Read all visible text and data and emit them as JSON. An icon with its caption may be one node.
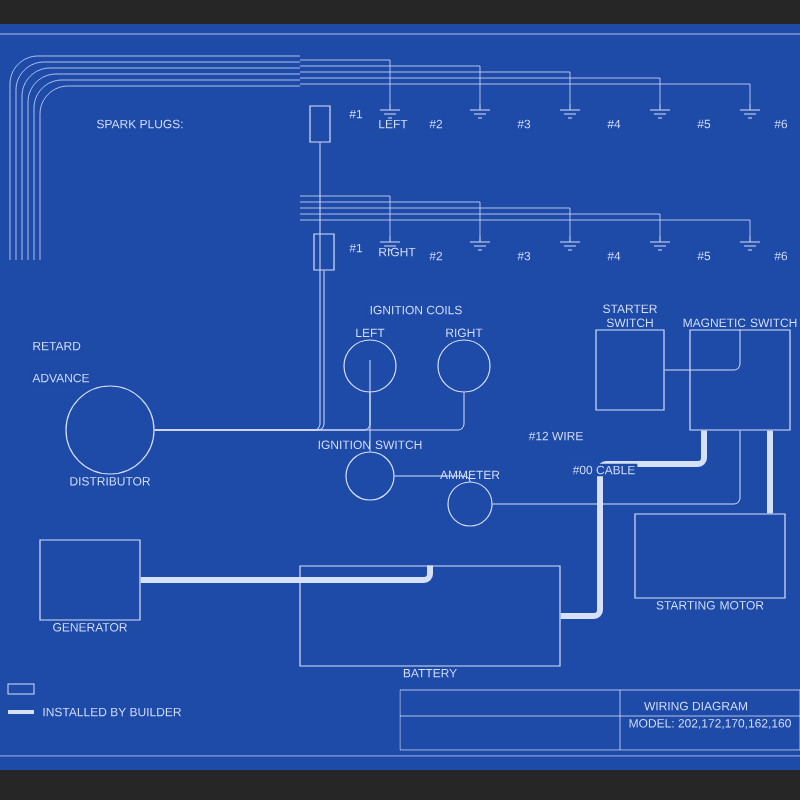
{
  "diagram": {
    "nodes": [
      {
        "text": [
          "DISTRIBUTOR"
        ]
      },
      {
        "text": [
          "LEFT"
        ]
      },
      {
        "text": [
          "RIGHT"
        ]
      },
      {
        "text": [
          "IGNITION SWITCH"
        ]
      },
      {
        "text": [
          "AMMETER"
        ]
      },
      {
        "text": [
          "BATTERY"
        ]
      },
      {
        "text": [
          "STARTER SWITCH"
        ]
      },
      {
        "text": [
          "MAGNETIC SWITCH"
        ]
      },
      {
        "text": [
          "STARTING MOTOR"
        ]
      },
      {
        "text": [
          "GENERATOR"
        ]
      },
      {
        "text": [
          "LEFT"
        ]
      },
      {
        "text": [
          "RIGHT"
        ]
      }
    ],
    "edges": [
      {
        "from": 0,
        "to": 10,
        "arrow": "none"
      },
      {
        "from": 0,
        "to": 11,
        "arrow": "none"
      },
      {
        "from": 0,
        "to": 1,
        "arrow": "none"
      },
      {
        "from": 0,
        "to": 2,
        "arrow": "none"
      },
      {
        "from": 1,
        "to": 3,
        "arrow": "none"
      },
      {
        "from": 3,
        "to": 4,
        "arrow": "none"
      },
      {
        "from": 4,
        "to": 7,
        "arrow": "none"
      },
      {
        "from": 5,
        "to": 7,
        "arrow": "none",
        "style": "thick"
      },
      {
        "from": 7,
        "to": 8,
        "arrow": "none",
        "style": "thick"
      },
      {
        "from": 6,
        "to": 7,
        "arrow": "none"
      },
      {
        "from": 9,
        "to": 5,
        "arrow": "none",
        "style": "thick"
      }
    ],
    "labels": [
      "SPARK PLUGS:",
      "#1",
      "#2",
      "#3",
      "#4",
      "#5",
      "#6",
      "#1",
      "#2",
      "#3",
      "#4",
      "#5",
      "#6",
      "IGNITION COILS",
      "RETARD",
      "ADVANCE",
      "#12 WIRE",
      "#00 CABLE",
      "WIRING DIAGRAM",
      "MODEL: 202,172,170,162,160"
    ],
    "legend": [
      {
        "text": "INSTALLED BY BUILDER"
      }
    ]
  }
}
